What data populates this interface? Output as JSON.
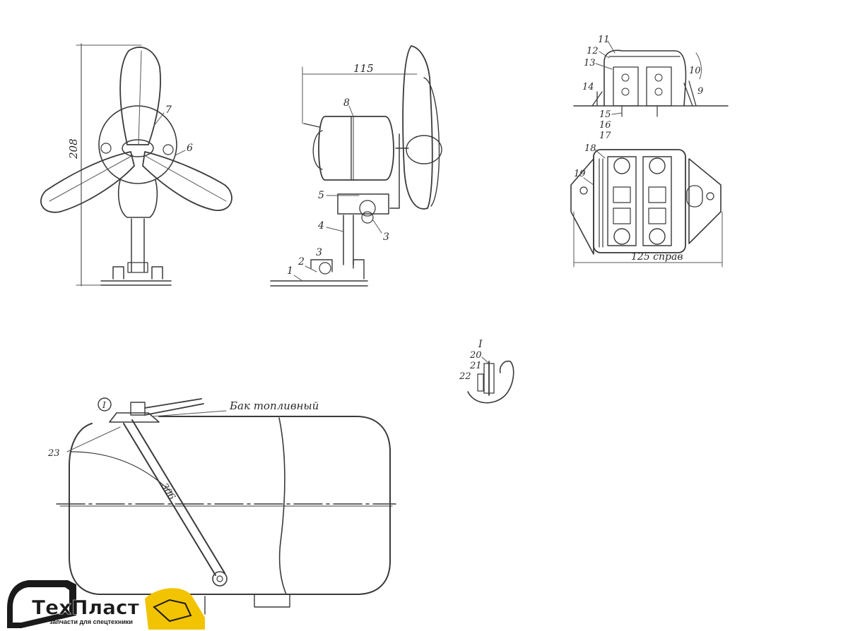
{
  "fan_front": {
    "dim_height": "208",
    "callouts": [
      "7",
      "6"
    ]
  },
  "fan_side": {
    "dim_width": "115",
    "callouts": [
      "8",
      "5",
      "3",
      "4",
      "3",
      "2",
      "1"
    ]
  },
  "box_side": {
    "callouts": [
      "11",
      "12",
      "13",
      "10",
      "14",
      "9",
      "15",
      "16",
      "17"
    ]
  },
  "box_top": {
    "callouts": [
      "18",
      "19"
    ],
    "dim_width": "125 справ"
  },
  "detail": {
    "callouts": [
      "I",
      "20",
      "21",
      "22"
    ]
  },
  "tank": {
    "title": "Бак топливный",
    "callout_circle": "I",
    "callout_23": "23",
    "dim_rod": "306"
  },
  "logo": {
    "brand": "ТехПласт",
    "tagline": "запчасти для спецтехники",
    "color_accent": "#f2c300",
    "color_text": "#1a1a1a"
  }
}
